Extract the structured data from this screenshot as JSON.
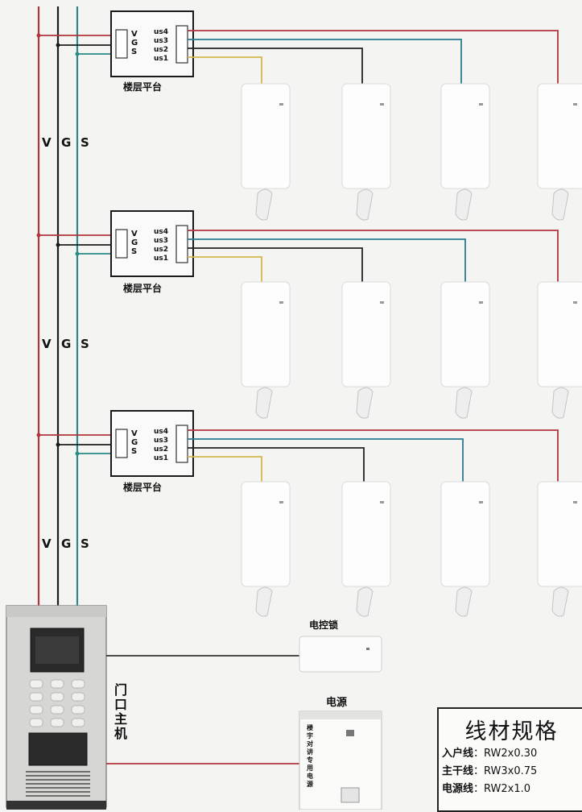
{
  "bus_letters": [
    "V",
    "G",
    "S"
  ],
  "platform": {
    "title": "楼层平台",
    "left_terminals": [
      "V",
      "G",
      "S"
    ],
    "right_terminals": [
      "us4",
      "us3",
      "us2",
      "us1"
    ]
  },
  "labels": {
    "door_host": "门口主机",
    "lock_control": "电控锁",
    "power": "电源",
    "power_body": "楼宇对讲专用电源"
  },
  "spec": {
    "title": "线材规格",
    "rows": [
      {
        "key": "入户线",
        "value": "RW2x0.30"
      },
      {
        "key": "主干线",
        "value": "RW3x0.75"
      },
      {
        "key": "电源线",
        "value": "RW2x1.0"
      }
    ]
  },
  "colors": {
    "v_wire": "#b0353b",
    "g_wire": "#1d1d1d",
    "s_wire": "#2a8a85",
    "us4_wire": "#b0353b",
    "us3_wire": "#2a7a90",
    "us2_wire": "#222222",
    "us1_wire": "#d4b84a"
  }
}
